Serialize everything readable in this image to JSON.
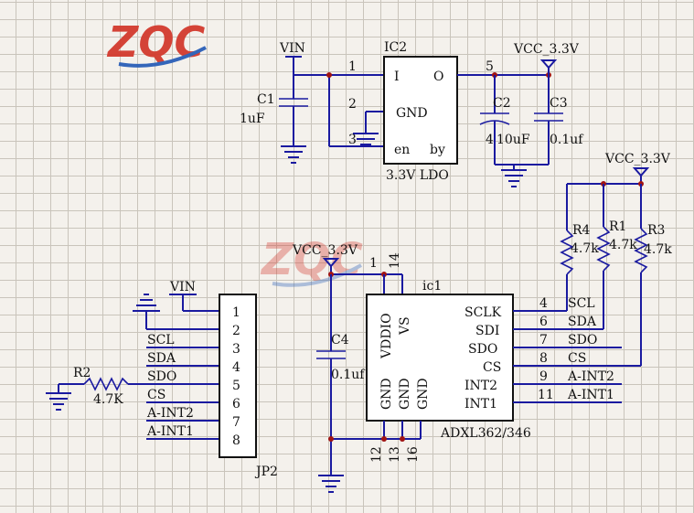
{
  "colors": {
    "wire": "#1a1aa0",
    "junction": "#a01414",
    "logo_red": "#d33a2e",
    "logo_blue": "#2a5fb8",
    "grid": "#c9c4bb"
  },
  "logo": {
    "text": "ZQC"
  },
  "ldo": {
    "ref": "IC2",
    "type": "3.3V LDO",
    "pins": {
      "input": "I",
      "output": "O",
      "gnd": "GND",
      "en": "en",
      "by": "by"
    },
    "pin_numbers": {
      "input": "1",
      "gnd": "2",
      "en": "3",
      "output": "5",
      "by": "4"
    }
  },
  "caps": {
    "c1": {
      "ref": "C1",
      "value": "1uF"
    },
    "c2": {
      "ref": "C2",
      "value": "10uF"
    },
    "c3": {
      "ref": "C3",
      "value": "0.1uf"
    },
    "c4": {
      "ref": "C4",
      "value": "0.1uf"
    }
  },
  "power": {
    "vin": "VIN",
    "vcc": "VCC_3.3V"
  },
  "resistors": {
    "r1": {
      "ref": "R1",
      "value": "4.7k"
    },
    "r2": {
      "ref": "R2",
      "value": "4.7K"
    },
    "r3": {
      "ref": "R3",
      "value": "4.7k"
    },
    "r4": {
      "ref": "R4",
      "value": "4.7k"
    }
  },
  "accel": {
    "ref": "ic1",
    "part": "ADXL362/346",
    "left_pins": [
      "VDDIO",
      "VS"
    ],
    "gnd_pins": [
      "GND",
      "GND",
      "GND"
    ],
    "top_pin_numbers": [
      "1",
      "14"
    ],
    "bottom_pin_numbers": [
      "12",
      "13",
      "16"
    ],
    "right_pins": [
      {
        "name": "SCLK",
        "num": "4",
        "net": "SCL"
      },
      {
        "name": "SDI",
        "num": "6",
        "net": "SDA"
      },
      {
        "name": "SDO",
        "num": "7",
        "net": "SDO"
      },
      {
        "name": "CS",
        "num": "8",
        "net": "CS"
      },
      {
        "name": "INT2",
        "num": "9",
        "net": "A-INT2"
      },
      {
        "name": "INT1",
        "num": "11",
        "net": "A-INT1"
      }
    ]
  },
  "header": {
    "ref": "JP2",
    "pins": [
      "1",
      "2",
      "3",
      "4",
      "5",
      "6",
      "7",
      "8"
    ],
    "nets": [
      "SCL",
      "SDA",
      "SDO",
      "CS",
      "A-INT2",
      "A-INT1"
    ]
  }
}
